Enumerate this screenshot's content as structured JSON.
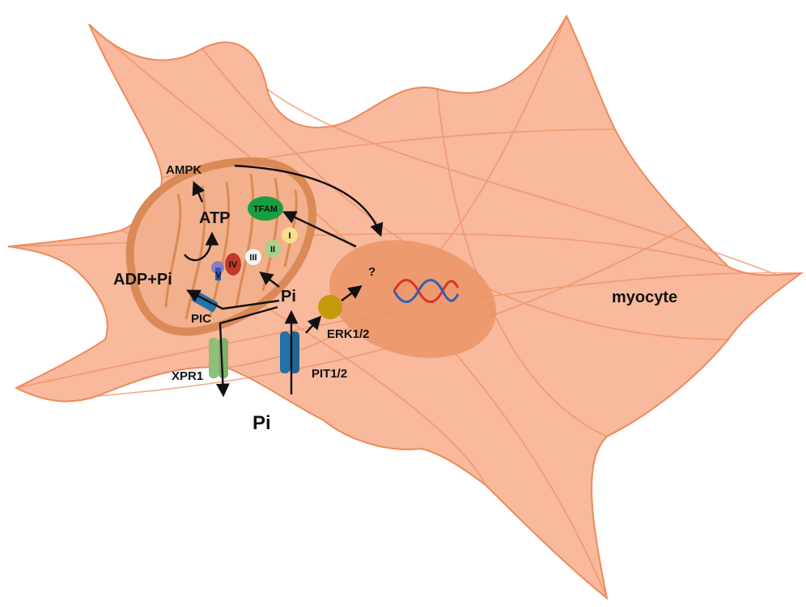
{
  "labels": {
    "ampk": "AMPK",
    "atp": "ATP",
    "adp_pi": "ADP+Pi",
    "tfam": "TFAM",
    "pi_inside": "Pi",
    "pi_outside": "Pi",
    "question": "?",
    "erk": "ERK1/2",
    "pic": "PIC",
    "xpr1": "XPR1",
    "pit": "PIT1/2",
    "myocyte": "myocyte"
  },
  "complexes": [
    {
      "label": "I",
      "color": "#f6e08c"
    },
    {
      "label": "II",
      "color": "#a9d18e"
    },
    {
      "label": "III",
      "color": "#f4f4f4"
    },
    {
      "label": "IV",
      "color": "#c0392b"
    },
    {
      "label": "V",
      "color": "#8e7cc3"
    }
  ],
  "colors": {
    "cell_fill": "#f8b99c",
    "cell_stroke": "#ed8a5c",
    "nucleus": "#eb9467",
    "mitochondrion": "#d98a57",
    "tfam": "#1a9e3f",
    "erk": "#c49a0a",
    "pic": "#2472a8",
    "pit": "#2472a8",
    "xpr1": "#8fbf7a",
    "dna_red": "#d9342b",
    "dna_blue": "#2f5fb5"
  },
  "icons": [
    "dna-helix-icon"
  ]
}
